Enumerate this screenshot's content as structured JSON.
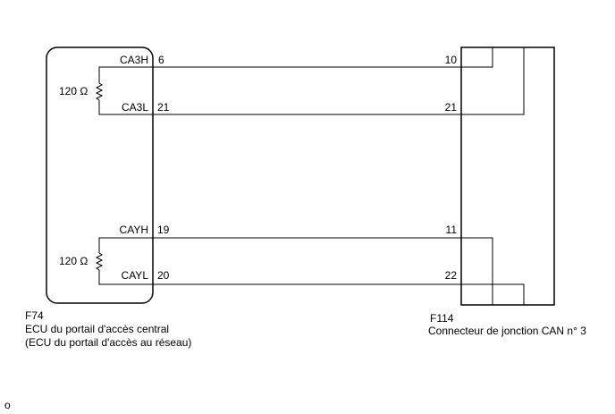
{
  "ecu": {
    "id": "F74",
    "name": "ECU du portail d'accès central",
    "alt_name": "(ECU du portail d'accès au réseau)",
    "terminals": [
      {
        "signal": "CA3H",
        "pin": "6"
      },
      {
        "signal": "CA3L",
        "pin": "21"
      },
      {
        "signal": "CAYH",
        "pin": "19"
      },
      {
        "signal": "CAYL",
        "pin": "20"
      }
    ],
    "resistors": [
      {
        "value": "120 Ω"
      },
      {
        "value": "120 Ω"
      }
    ]
  },
  "junction": {
    "id": "F114",
    "name": "Connecteur de jonction CAN n° 3",
    "pins": [
      "10",
      "21",
      "11",
      "22"
    ]
  },
  "footer": {
    "code": "o"
  },
  "colors": {
    "line": "#000000",
    "background": "#ffffff"
  }
}
